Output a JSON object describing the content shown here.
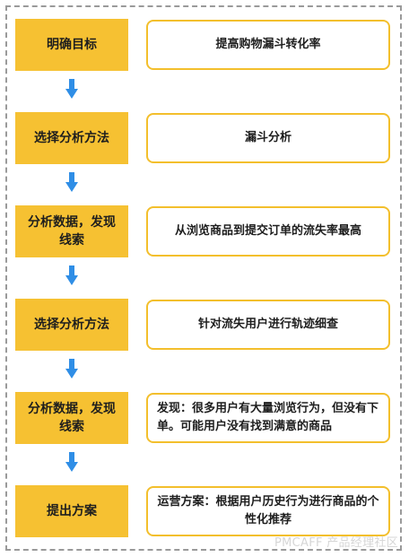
{
  "steps": [
    {
      "label": "明确目标",
      "description": "提高购物漏斗转化率"
    },
    {
      "label": "选择分析方法",
      "description": "漏斗分析"
    },
    {
      "label": "分析数据，发现线索",
      "description": "从浏览商品到提交订单的流失率最高"
    },
    {
      "label": "选择分析方法",
      "description": "针对流失用户进行轨迹细查"
    },
    {
      "label": "分析数据，发现线索",
      "description": "发现：很多用户有大量浏览行为，但没有下单。可能用户没有找到满意的商品"
    },
    {
      "label": "提出方案",
      "description": "运营方案：根据用户历史行为进行商品的个性化推荐"
    }
  ],
  "watermark": "PMCAFF 产品经理社区",
  "colors": {
    "step_fill": "#f6c132",
    "desc_border": "#f3bf2c",
    "arrow": "#2f8ee6",
    "frame": "#9a9a9a"
  }
}
